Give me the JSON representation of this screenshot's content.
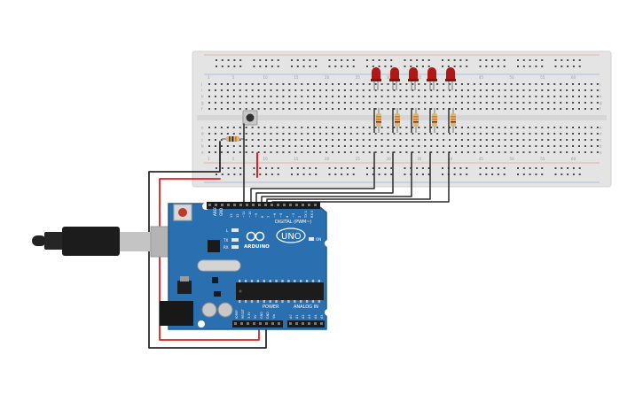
{
  "board": {
    "logo": "ARDUINO",
    "model": "UNO",
    "digital_label": "DIGITAL (PWM~)",
    "power_label": "POWER",
    "analog_label": "ANALOG IN",
    "aref": "AREF",
    "gnd": "GND",
    "on": "ON",
    "l": "L",
    "tx": "TX",
    "rx": "RX",
    "digital_pins": [
      "13",
      "12",
      "~11",
      "~10",
      "~9",
      "8",
      "7",
      "~6",
      "~5",
      "4",
      "~3",
      "2",
      "TX 1",
      "RX 0"
    ],
    "power_pins": [
      "IOREF",
      "RESET",
      "3.3V",
      "5V",
      "GND",
      "GND",
      "Vin"
    ],
    "analog_pins": [
      "A0",
      "A1",
      "A2",
      "A3",
      "A4",
      "A5"
    ]
  },
  "breadboard": {
    "row_letters_top": [
      "j",
      "i",
      "h",
      "g",
      "f"
    ],
    "row_letters_bottom": [
      "e",
      "d",
      "c",
      "b",
      "a"
    ],
    "column_numbers": [
      "1",
      "5",
      "10",
      "15",
      "20",
      "25",
      "30",
      "35",
      "40",
      "45",
      "50",
      "55",
      "60"
    ]
  },
  "colors": {
    "board": "#2a6fb0",
    "board_dark": "#1f5c96",
    "breadboard": "#e4e4e4",
    "led": "#b01818",
    "wire_red": "#e0201e",
    "wire_black": "#2a2a2a"
  }
}
